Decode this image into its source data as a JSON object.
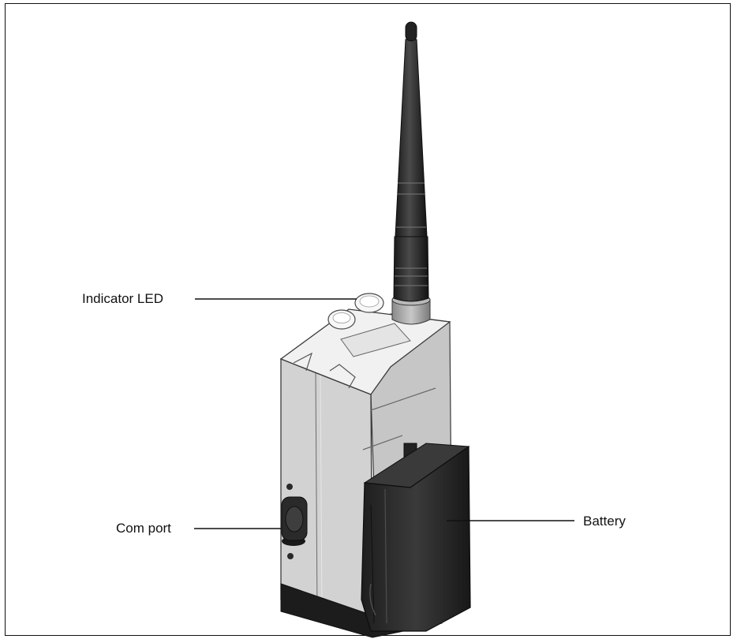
{
  "figure": {
    "subject_icon": "wireless-transmitter-device",
    "callouts": {
      "indicator_led": "Indicator LED",
      "com_port": "Com port",
      "battery": "Battery"
    }
  }
}
